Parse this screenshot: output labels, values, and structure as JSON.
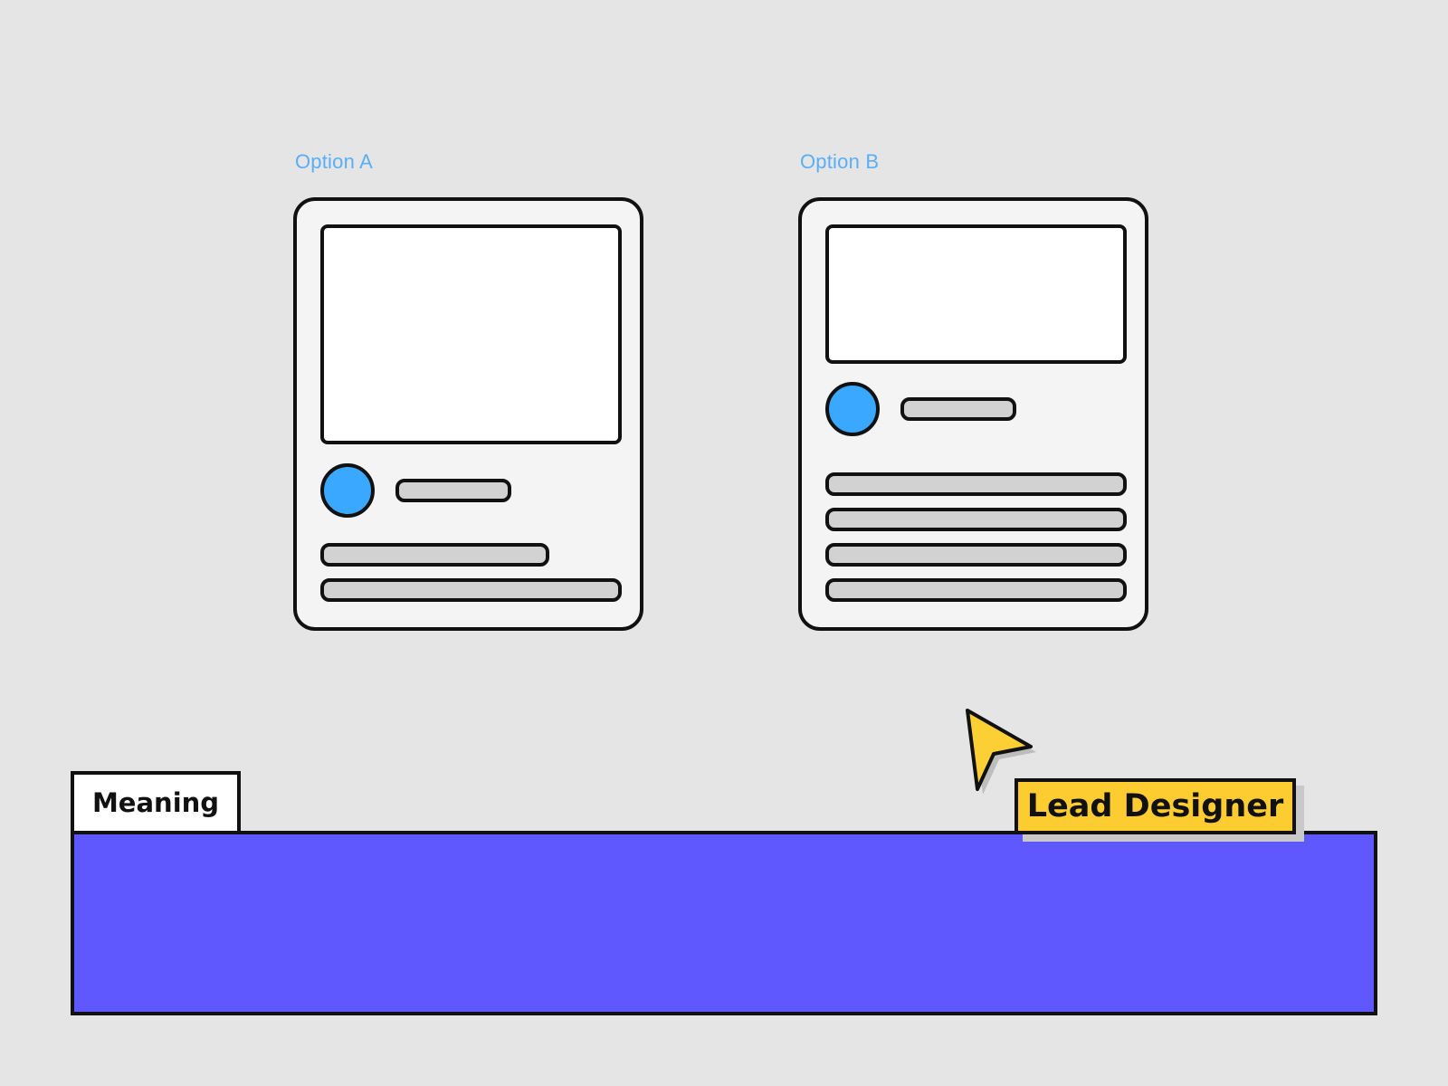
{
  "options": [
    {
      "label": "Option A"
    },
    {
      "label": "Option B"
    }
  ],
  "meaning_tag": "Meaning",
  "cursor_label": "Lead Designer",
  "colors": {
    "background": "#e5e5e5",
    "label_blue": "#5aaef5",
    "avatar_blue": "#3aa8ff",
    "bar_purple": "#5f58ff",
    "tag_yellow": "#fccc30",
    "cursor_yellow": "#fcd035"
  },
  "icons": [
    "cursor-arrow-icon"
  ]
}
